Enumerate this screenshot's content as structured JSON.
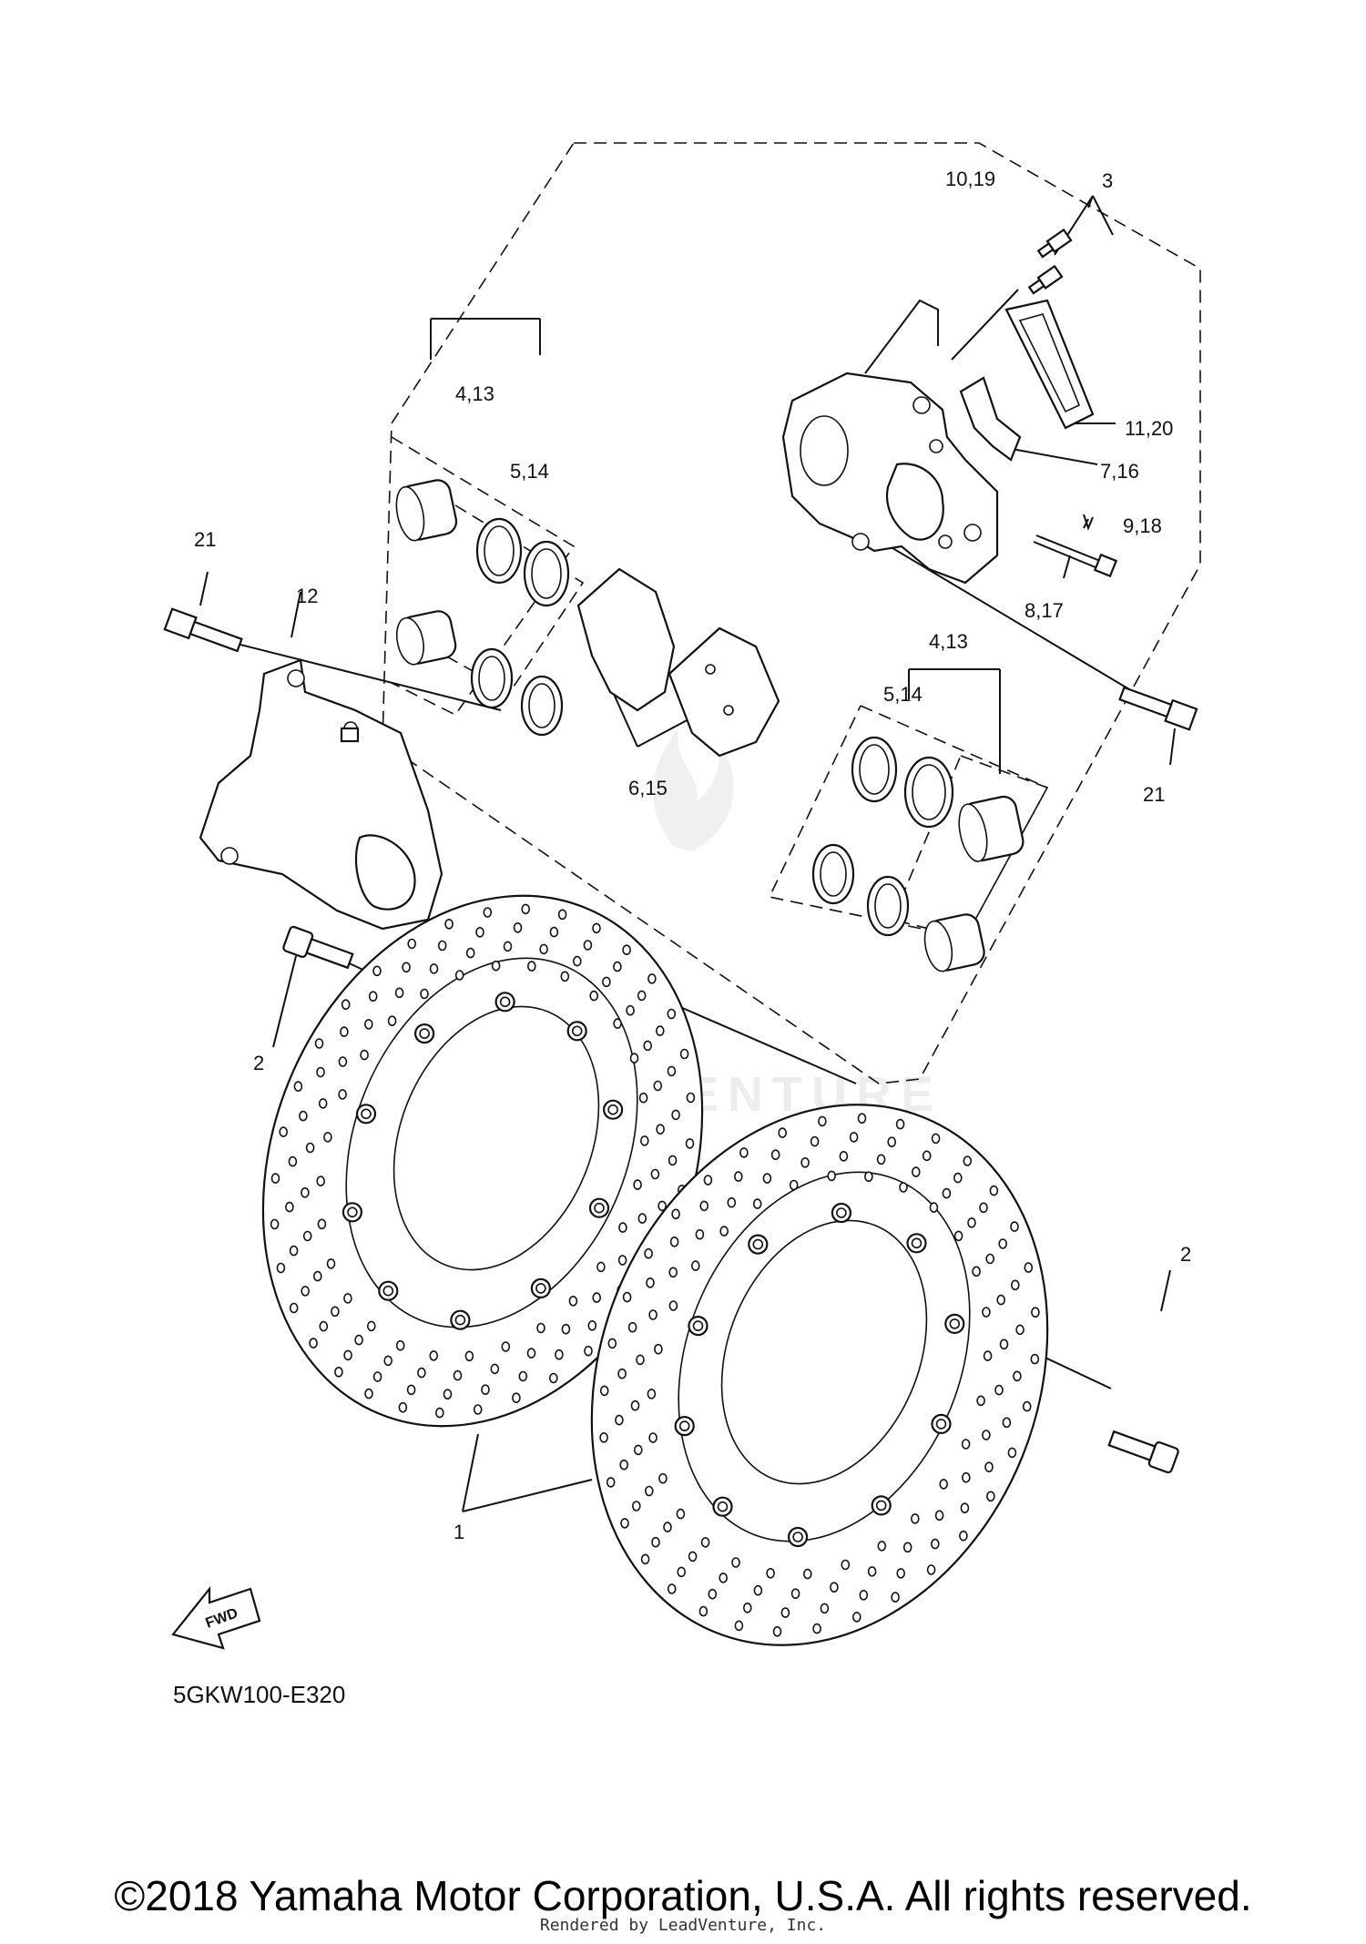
{
  "diagram": {
    "code": "5GKW100-E320",
    "fwd_label": "FWD",
    "watermark": "LEADVENTURE",
    "callouts": {
      "c1": "1",
      "c2_left": "2",
      "c2_right": "2",
      "c3": "3",
      "c4_13_left": "4,13",
      "c5_14_left": "5,14",
      "c4_13_right": "4,13",
      "c5_14_right": "5,14",
      "c6_15": "6,15",
      "c7_16": "7,16",
      "c8_17": "8,17",
      "c9_18": "9,18",
      "c10_19": "10,19",
      "c11_20": "11,20",
      "c12": "12",
      "c21_left": "21",
      "c21_right": "21"
    }
  },
  "footer": {
    "copyright": "©2018 Yamaha Motor Corporation, U.S.A. All rights reserved.",
    "rendered_by": "Rendered by LeadVenture, Inc."
  }
}
